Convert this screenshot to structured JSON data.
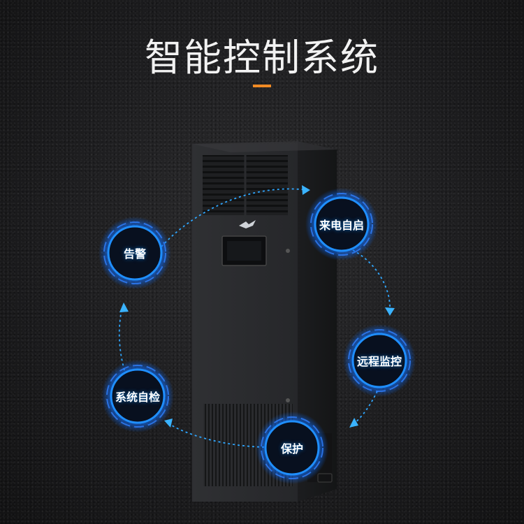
{
  "title": "智能控制系统",
  "colors": {
    "accent": "#f08a24",
    "ring": "#1f8fff",
    "arrow": "#3ab3ff",
    "cabinet": "#2a2b2e"
  },
  "features": [
    {
      "label": "来电自启",
      "icon": "power-restart-node"
    },
    {
      "label": "远程监控",
      "icon": "remote-monitor-node"
    },
    {
      "label": "保护",
      "icon": "protection-node"
    },
    {
      "label": "系统自检",
      "icon": "self-check-node"
    },
    {
      "label": "告警",
      "icon": "alarm-node"
    }
  ]
}
